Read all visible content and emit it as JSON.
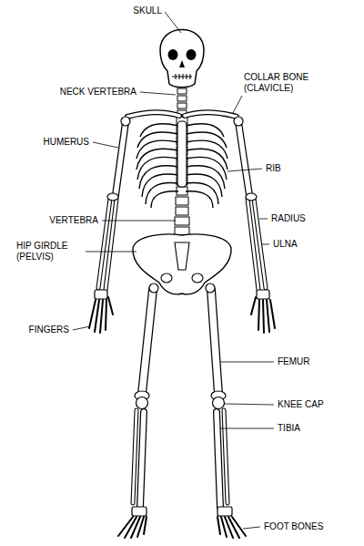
{
  "diagram": {
    "labels": [
      "SKULL",
      "COLLAR BONE (CLAVICLE)",
      "NECK VERTEBRA",
      "HUMERUS",
      "RIB",
      "VERTEBRA",
      "RADIUS",
      "HIP GIRDLE (PELVIS)",
      "ULNA",
      "FINGERS",
      "FEMUR",
      "KNEE CAP",
      "TIBIA",
      "FOOT BONES"
    ]
  }
}
